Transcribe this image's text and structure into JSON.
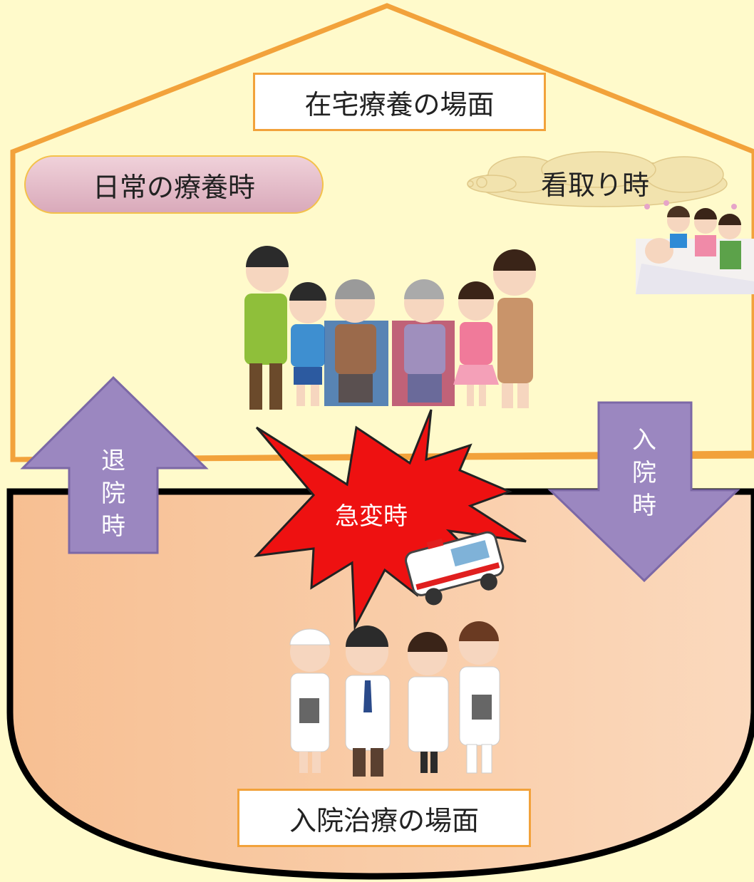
{
  "home_scene": {
    "title": "在宅療養の場面"
  },
  "daily_care": {
    "label": "日常の療養時"
  },
  "end_of_life": {
    "label": "看取り時"
  },
  "emergency": {
    "label": "急変時"
  },
  "discharge": {
    "label": "退院時",
    "chars": [
      "退",
      "院",
      "時"
    ]
  },
  "admission": {
    "label": "入院時",
    "chars": [
      "入",
      "院",
      "時"
    ]
  },
  "hospital_scene": {
    "title": "入院治療の場面"
  },
  "colors": {
    "background": "#fffacb",
    "house_outline": "#f2a23b",
    "hospital_fill": "#f9c8a0",
    "arrow": "#9b87c0",
    "burst": "#ee1111",
    "daily_oval": "#e4bcc9",
    "cloud": "#f2e3ae"
  }
}
